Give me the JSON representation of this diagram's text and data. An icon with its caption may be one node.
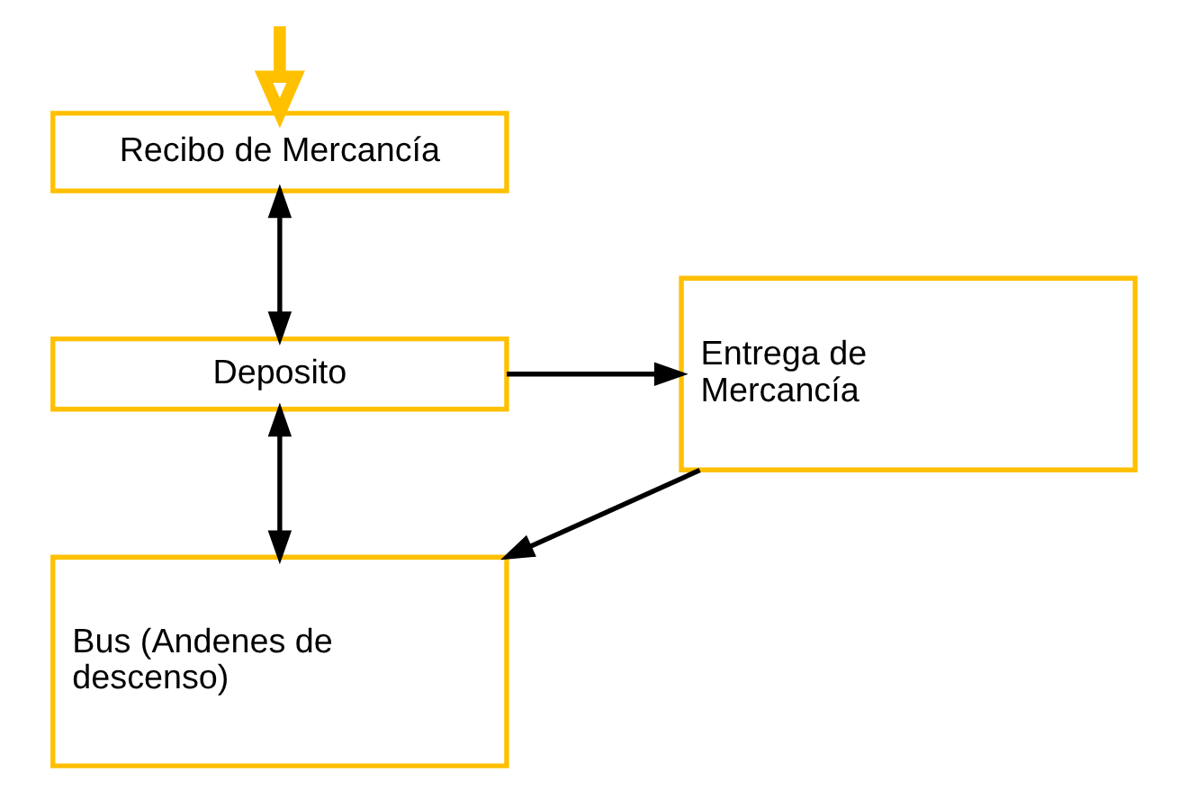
{
  "diagram": {
    "nodes": [
      {
        "text": [
          "Recibo de Mercancía"
        ]
      },
      {
        "text": [
          "Deposito"
        ]
      },
      {
        "text": [
          "Entrega de Mercancía"
        ]
      },
      {
        "text": [
          "Bus (Andenes de descenso)"
        ]
      }
    ],
    "edges": [
      {
        "from": null,
        "to": 0,
        "arrow": "to",
        "style": "thick",
        "color": "#ffc000"
      },
      {
        "from": 0,
        "to": 1,
        "arrow": "both"
      },
      {
        "from": 1,
        "to": 2,
        "arrow": "to"
      },
      {
        "from": 1,
        "to": 3,
        "arrow": "both"
      },
      {
        "from": 2,
        "to": 3,
        "arrow": "to"
      }
    ]
  }
}
